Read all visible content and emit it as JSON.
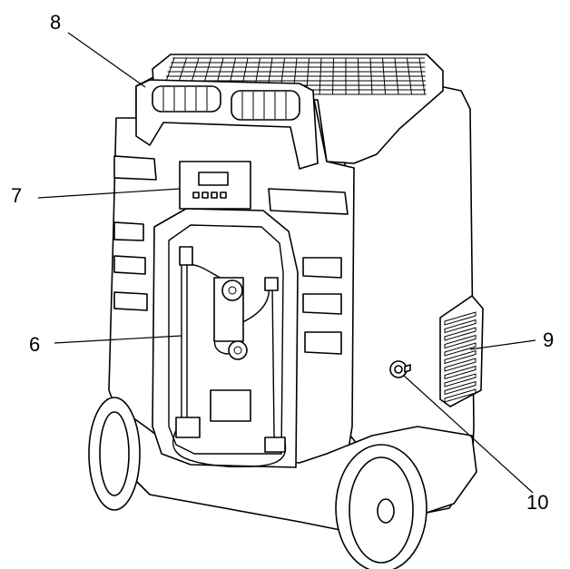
{
  "callouts": [
    {
      "id": "8",
      "label": "8"
    },
    {
      "id": "7",
      "label": "7"
    },
    {
      "id": "6",
      "label": "6"
    },
    {
      "id": "9",
      "label": "9"
    },
    {
      "id": "10",
      "label": "10"
    }
  ],
  "colors": {
    "line": "#000000",
    "background": "#ffffff"
  }
}
